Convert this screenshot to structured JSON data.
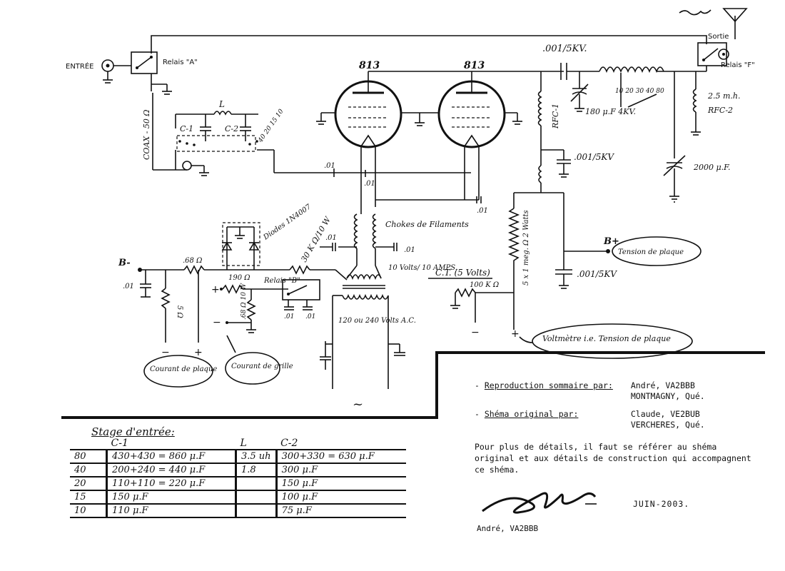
{
  "schematic": {
    "labels": {
      "input": "ENTRÉE",
      "relay_a": "Relais \"A\"",
      "coax": "COAX - 50 Ω",
      "inductor_l": "L",
      "cap_c1": "C-1",
      "cap_c2": "C-2",
      "sw_taps_input": "40 20 15 10",
      "tube_left": "813",
      "tube_right": "813",
      "cap_001_grid": ".01",
      "cap_001_a": ".01",
      "cap_001_b": ".01",
      "output_cap": ".001/5KV.",
      "sortie": "Sortie",
      "relay_f": "Relais \"F\"",
      "tune_cap": "180 μ.F 4KV.",
      "tank_taps": "10 20 30 40 80",
      "rfc1": "RFC-1",
      "rfc2_value": "2.5 m.h.",
      "rfc2": "RFC-2",
      "load_cap": "2000 μ.F.",
      "bypass_cap": ".001/5KV",
      "chokes": "Chokes de Filaments",
      "fil_cap": ".01",
      "fil_cap2": ".01",
      "filament": "10 Volts/ 10 AMPS.",
      "ct": "C.T. (5 Volts)",
      "diodes": "Diodes 1N4007",
      "res_30k": "30 K Ω/10 W",
      "bias_label": "B-",
      "bias_cap": ".01",
      "res_68": ".68 Ω",
      "res_5": "5 Ω",
      "res_190": "190 Ω",
      "relay_b": "Relais \"B\"",
      "relay_b_cap1": ".01",
      "relay_b_cap2": ".01",
      "res_68_10w": ".68 Ω 10 W",
      "mains": "120 ou 240 Volts A.C.",
      "bplus": "B+",
      "tension_plaque": "Tension de plaque",
      "bplus_cap": ".001/5KV",
      "res_100k": "100 K Ω",
      "res_5x1m": "5 x 1 meg. Ω 2 Watts",
      "voltmetre": "Voltmètre i.e. Tension de plaque",
      "courant_plaque": "Courant de plaque",
      "courant_grille": "Courant de grille",
      "minus": "−",
      "plus": "+",
      "tilde": "~"
    }
  },
  "credits": {
    "repro_label": "Reproduction sommaire par:",
    "repro_value": "André, VA2BBB\nMONTMAGNY, Qué.",
    "orig_label": "Shéma original par:",
    "orig_value": "Claude, VE2BUB\nVERCHERES, Qué."
  },
  "note": "Pour plus de détails, il faut se référer au shéma original et aux détails de construction qui accompagnent ce shéma.",
  "date": "JUIN-2003.",
  "signature_name": "André, VA2BBB",
  "stage": {
    "title": "Stage d'entrée:",
    "headers": [
      "",
      "C-1",
      "L",
      "C-2"
    ],
    "rows": [
      [
        "80",
        "430+430 = 860 μ.F",
        "3.5 uh",
        "300+330 = 630 μ.F"
      ],
      [
        "40",
        "200+240 = 440 μ.F",
        "1.8",
        "300 μ.F"
      ],
      [
        "20",
        "110+110 = 220 μ.F",
        "",
        "150 μ.F"
      ],
      [
        "15",
        "150 μ.F",
        "",
        "100 μ.F"
      ],
      [
        "10",
        "110 μ.F",
        "",
        "75 μ.F"
      ]
    ]
  }
}
